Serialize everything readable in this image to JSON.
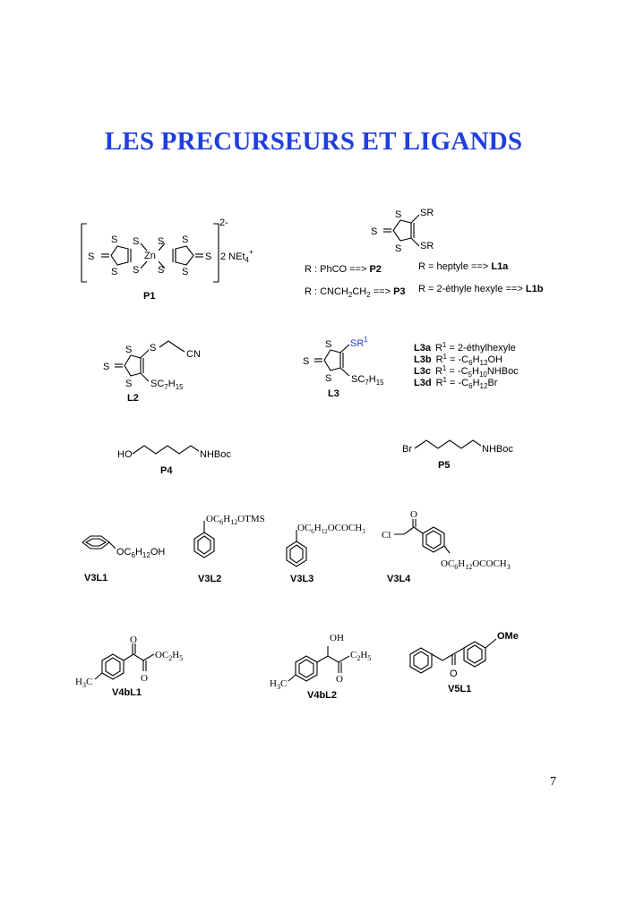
{
  "title": "LES PRECURSEURS ET LIGANDS",
  "page_number": "7",
  "p1": {
    "label": "P1",
    "metal": "Zn",
    "charge": "2-",
    "counterion": "2 NEt",
    "counterion_sub": "4",
    "counterion_sup": "+"
  },
  "dmit": {
    "sub_sr": "SR",
    "p2": {
      "prefix": "R : PhCO ==> ",
      "label": "P2"
    },
    "p3": {
      "prefix": "R : CNCH",
      "sub1": "2",
      "mid": "CH",
      "sub2": "2",
      "arrow": " ==> ",
      "label": "P3"
    },
    "l1a": {
      "prefix": "R = heptyle  ==> ",
      "label": "L1a"
    },
    "l1b": {
      "prefix": "R = 2-éthyle hexyle ==> ",
      "label": "L1b"
    }
  },
  "l2": {
    "label": "L2",
    "cn": "CN",
    "sc7": "SC",
    "sc7_sub": "7",
    "sc7_sub2": "15"
  },
  "l3": {
    "label": "L3",
    "sr1": "SR",
    "sr1_sup": "1",
    "variants": [
      {
        "label": "L3a",
        "r": "R",
        "sup": "1",
        "text": " = 2-éthylhexyle",
        "sub": "",
        "tail": ""
      },
      {
        "label": "L3b",
        "r": "R",
        "sup": "1",
        "text": " = -C",
        "sub": "6",
        "mid": "H",
        "sub2": "12",
        "tail": "OH"
      },
      {
        "label": "L3c",
        "r": "R",
        "sup": "1",
        "text": " = -C",
        "sub": "5",
        "mid": "H",
        "sub2": "10",
        "tail": "NHBoc"
      },
      {
        "label": "L3d",
        "r": "R",
        "sup": "1",
        "text": " = -C",
        "sub": "6",
        "mid": "H",
        "sub2": "12",
        "tail": "Br"
      }
    ]
  },
  "p4": {
    "label": "P4",
    "left": "HO",
    "right": "NHBoc"
  },
  "p5": {
    "label": "P5",
    "left": "Br",
    "right": "NHBoc"
  },
  "v3l1": {
    "label": "V3L1",
    "group": "OC",
    "s1": "6",
    "mid": "H",
    "s2": "12",
    "tail": "OH"
  },
  "v3l2": {
    "label": "V3L2",
    "group": "OC",
    "s1": "6",
    "mid": "H",
    "s2": "12",
    "tail": "OTMS"
  },
  "v3l3": {
    "label": "V3L3",
    "group": "OC",
    "s1": "6",
    "mid": "H",
    "s2": "12",
    "tail": "OCOCH",
    "s3": "3"
  },
  "v3l4": {
    "label": "V3L4",
    "cl": "Cl",
    "o": "O",
    "group": "OC",
    "s1": "6",
    "mid": "H",
    "s2": "12",
    "tail": "OCOCH",
    "s3": "3"
  },
  "v4bl1": {
    "label": "V4bL1",
    "o": "O",
    "ester": "OC",
    "es1": "2",
    "emid": "H",
    "es2": "5",
    "me": "H",
    "me_sub": "3",
    "me_tail": "C"
  },
  "v4bl2": {
    "label": "V4bL2",
    "oh": "OH",
    "o": "O",
    "et": "C",
    "es1": "2",
    "emid": "H",
    "es2": "5",
    "me": "H",
    "me_sub": "3",
    "me_tail": "C"
  },
  "v5l1": {
    "label": "V5L1",
    "ome": "OMe",
    "o": "O"
  }
}
